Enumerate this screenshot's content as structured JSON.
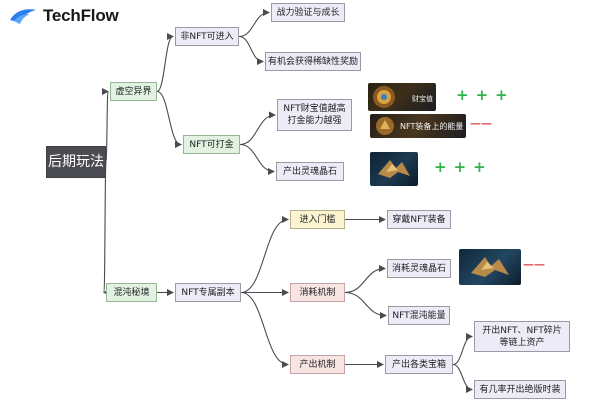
{
  "brand": {
    "name": "TechFlow",
    "logo_icon": "blue-swoosh-logo",
    "accent": "#2d7ff0"
  },
  "mindmap": {
    "root": "后期玩法",
    "branches": {
      "void_realm": "虚空异界",
      "non_nft_entry": "非NFT可进入",
      "combat_verify": "战力验证与成长",
      "rare_reward": "有机会获得稀缺性奖励",
      "nft_farm": "NFT可打金",
      "nft_value": "NFT财宝值越高打金能力越强",
      "soul_crystal_out": "产出灵魂晶石",
      "chaos_realm": "混沌秘境",
      "nft_dungeon": "NFT专属副本",
      "entry_threshold": "进入门槛",
      "wear_nft_gear": "穿戴NFT装备",
      "consume_mech": "消耗机制",
      "consume_soul": "消耗灵魂晶石",
      "nft_chaos_energy": "NFT混沌能量",
      "output_mech": "产出机制",
      "output_chests": "产出各类宝箱",
      "open_nft": "开出NFT、NFT碎片等链上资产",
      "open_rare": "有几率开出绝版时装"
    },
    "thumbnails": {
      "gear_stats": {
        "icon": "gear-stats-screenshot",
        "tag": "财宝值"
      },
      "gear_energy": {
        "icon": "gear-energy-screenshot",
        "caption": "NFT装备上的能量"
      },
      "soul_crystal_a": {
        "icon": "soul-crystal-image"
      },
      "soul_crystal_b": {
        "icon": "soul-crystal-image"
      }
    },
    "marks": {
      "plus": "+++",
      "dash": "——"
    },
    "colors": {
      "root": "#4a4c52",
      "lavender": "#ecebf6",
      "yellow": "#fbf4cf",
      "green": "#e2f2e0",
      "pink": "#f9e4e4",
      "line": "#4a4a4f",
      "plus": "#2fb34a",
      "dash": "#e0504e"
    }
  }
}
